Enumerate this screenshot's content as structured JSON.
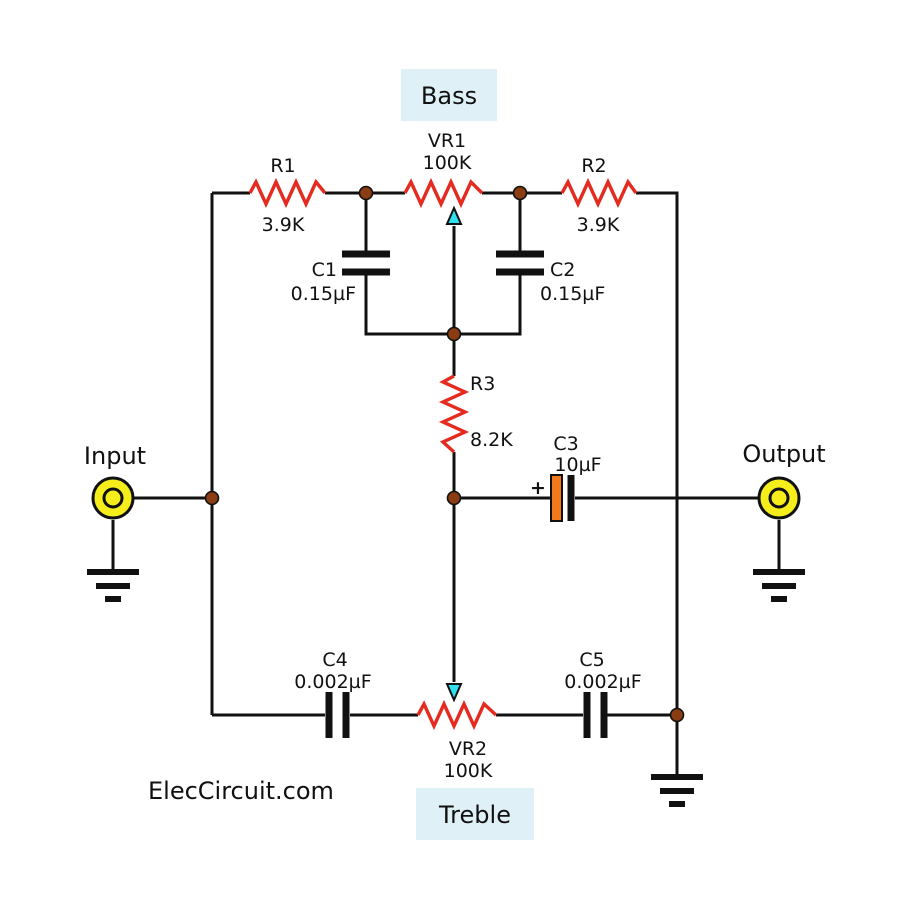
{
  "labels": {
    "bass": "Bass",
    "treble": "Treble",
    "input": "Input",
    "output": "Output",
    "watermark": "ElecCircuit.com"
  },
  "components": {
    "r1": {
      "name": "R1",
      "value": "3.9K"
    },
    "r2": {
      "name": "R2",
      "value": "3.9K"
    },
    "r3": {
      "name": "R3",
      "value": "8.2K"
    },
    "vr1": {
      "name": "VR1",
      "value": "100K"
    },
    "vr2": {
      "name": "VR2",
      "value": "100K"
    },
    "c1": {
      "name": "C1",
      "value": "0.15µF"
    },
    "c2": {
      "name": "C2",
      "value": "0.15µF"
    },
    "c3": {
      "name": "C3",
      "value": "10µF",
      "polarity": "+"
    },
    "c4": {
      "name": "C4",
      "value": "0.002µF"
    },
    "c5": {
      "name": "C5",
      "value": "0.002µF"
    }
  },
  "colors": {
    "resistor": "#e52a1f",
    "wire": "#111111",
    "node": "#8a3c12",
    "jack_ring": "#f5ee1a",
    "label_box": "#dff1f7",
    "arrow": "#2fe0ee",
    "electrolytic": "#f07a1c"
  }
}
